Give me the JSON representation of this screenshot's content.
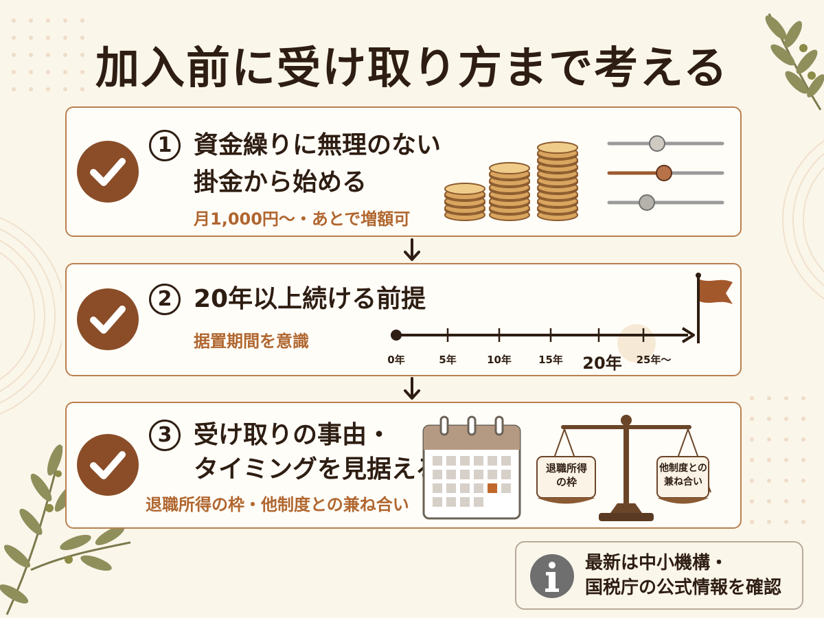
{
  "title": "加入前に受け取り方まで考える",
  "steps": [
    {
      "number": "1",
      "heading_line1": "資金繰りに無理のない",
      "heading_line2": "掛金から始める",
      "sub": "月1,000円〜・あとで増額可"
    },
    {
      "number": "2",
      "heading_line1": "20年以上続ける前提",
      "sub": "据置期間を意識",
      "timeline": {
        "ticks": [
          "0年",
          "5年",
          "10年",
          "15年",
          "20年",
          "25年〜"
        ],
        "highlight": "20年"
      }
    },
    {
      "number": "3",
      "heading_line1": "受け取りの事由・",
      "heading_line2": "タイミングを見据える",
      "sub": "退職所得の枠・他制度との兼ね合い",
      "scale_left_line1": "退職所得",
      "scale_left_line2": "の枠",
      "scale_right_line1": "他制度との",
      "scale_right_line2": "兼ね合い"
    }
  ],
  "note": {
    "line1": "最新は中小機構・",
    "line2": "国税庁の公式情報を確認"
  },
  "colors": {
    "accent": "#8a4d28",
    "border": "#b97f4e",
    "subtext": "#b0662f",
    "background": "#fbf6ea"
  },
  "icons": [
    "check-icon",
    "coin-stack-icon",
    "slider-icon",
    "flag-icon",
    "calendar-icon",
    "balance-scale-icon",
    "info-icon",
    "olive-branch-icon",
    "down-arrow-icon"
  ]
}
